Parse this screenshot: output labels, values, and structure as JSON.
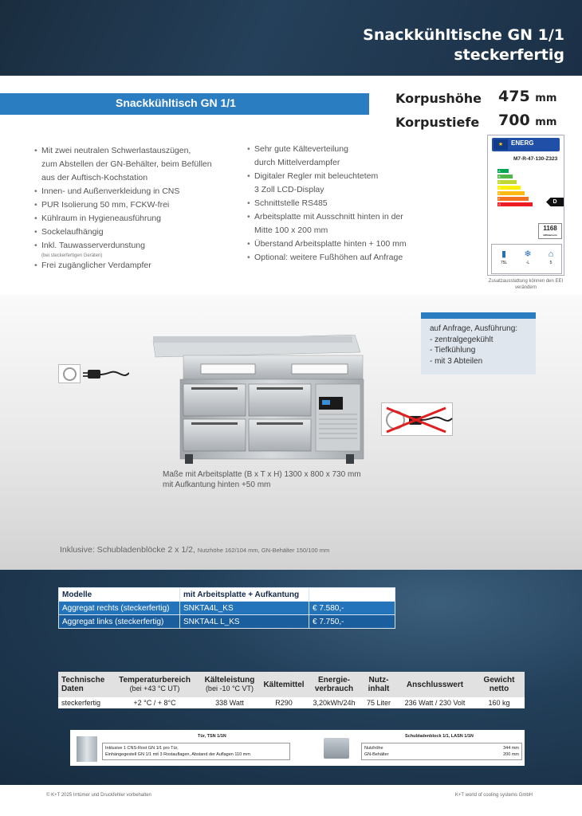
{
  "header": {
    "title_line1": "Snackkühltische GN 1/1",
    "title_line2": "steckerfertig"
  },
  "section_title": "Snackkühltisch GN 1/1",
  "dimensions": [
    {
      "label": "Korpushöhe",
      "value": "475",
      "unit": "mm"
    },
    {
      "label": "Korpustiefe",
      "value": "700",
      "unit": "mm"
    }
  ],
  "features_left": [
    {
      "text": "Mit zwei neutralen Schwerlastauszügen,",
      "cont": [
        "zum Abstellen der GN-Behälter, beim Befüllen",
        "aus der Auftisch-Kochstation"
      ]
    },
    {
      "text": "Innen- und Außenverkleidung in CNS"
    },
    {
      "text": "PUR Isolierung 50 mm, FCKW-frei"
    },
    {
      "text": "Kühlraum in Hygieneausführung"
    },
    {
      "text": "Sockelaufhängig"
    },
    {
      "text": "Inkl. Tauwasserverdunstung",
      "sub": "(bei steckerfertigen Geräten)"
    },
    {
      "text": "Frei zugänglicher Verdampfer"
    }
  ],
  "features_right": [
    {
      "text": "Sehr gute Kälteverteilung",
      "cont": [
        "durch Mittelverdampfer"
      ]
    },
    {
      "text": "Digitaler Regler mit beleuchtetem",
      "cont": [
        "3 Zoll LCD-Display"
      ]
    },
    {
      "text": "Schnittstelle RS485"
    },
    {
      "text": "Arbeitsplatte mit Ausschnitt hinten in der",
      "cont": [
        "Mitte 100 x 200 mm"
      ]
    },
    {
      "text": "Überstand Arbeitsplatte hinten + 100 mm"
    },
    {
      "text": "Optional: weitere Fußhöhen auf Anfrage"
    }
  ],
  "energy_label": {
    "brand": "ENERG",
    "model_code": "M7-R-47-130-Z323",
    "class": "D",
    "classes": [
      "A",
      "B",
      "C",
      "D",
      "E",
      "F",
      "G"
    ],
    "kwh": "1168",
    "kwh_unit": "kWh/annum",
    "volume": "75L",
    "temp_class": "-L",
    "climate": "5",
    "note": "Zusatzausstattung können den EEI verändern"
  },
  "request_box": {
    "title": "auf Anfrage, Ausführung:",
    "items": [
      "- zentralgegekühlt",
      "- Tiefkühlung",
      "- mit 3 Abteilen"
    ]
  },
  "caption": {
    "line1": "Maße mit Arbeitsplatte (B x T x H) 1300 x 800 x 730 mm",
    "line2": "mit Aufkantung hinten +50 mm"
  },
  "inclusive": {
    "main": "Inklusive: Schubladenblöcke 2 x 1/2,",
    "detail": "Nutzhöhe 162/104 mm, GN-Behälter 150/100 mm"
  },
  "price_table": {
    "headers": [
      "Modelle",
      "mit Arbeitsplatte + Aufkantung",
      ""
    ],
    "rows": [
      [
        "Aggregat rechts (steckerfertig)",
        "SNKTA4L_KS",
        "€ 7.580,-"
      ],
      [
        "Aggregat links (steckerfertig)",
        "SNKTA4L L_KS",
        "€ 7.750,-"
      ]
    ]
  },
  "tech_table": {
    "headers": [
      {
        "main": "Technische Daten",
        "sub": ""
      },
      {
        "main": "Temperaturbereich",
        "sub": "(bei +43 °C UT)"
      },
      {
        "main": "Kälteleistung",
        "sub": "(bei -10 °C VT)"
      },
      {
        "main": "Kältemittel",
        "sub": ""
      },
      {
        "main": "Energie-verbrauch",
        "sub": ""
      },
      {
        "main": "Nutz-inhalt",
        "sub": ""
      },
      {
        "main": "Anschlusswert",
        "sub": ""
      },
      {
        "main": "Gewicht netto",
        "sub": ""
      }
    ],
    "row": [
      "steckerfertig",
      "+2 °C / + 8°C",
      "338 Watt",
      "R290",
      "3,20kWh/24h",
      "75 Liter",
      "236 Watt / 230 Volt",
      "160 kg"
    ]
  },
  "accessories": {
    "door_title": "Tür, TSN 1/1N",
    "door_line1": "Inklusive 1 CNS-Rost GN 1/1 pro Tür,",
    "door_line2": "Einhängegestell GN 1/1 mit 3 Rostauflagen, Abstand der Auflagen 110 mm",
    "drawer_title": "Schubladenblock 1/1, LASN 1/1N",
    "drawer_rows": [
      [
        "Nutzhöhe",
        "344 mm"
      ],
      [
        "GN-Behälter",
        "200 mm"
      ]
    ]
  },
  "footer": {
    "left": "© K+T 2025 Irrtümer und Druckfehler vorbehalten",
    "right": "K+T world of cooling systems GmbH"
  },
  "colors": {
    "accent_blue": "#2b7dc2",
    "dark_navy": "#1a2d3f"
  }
}
